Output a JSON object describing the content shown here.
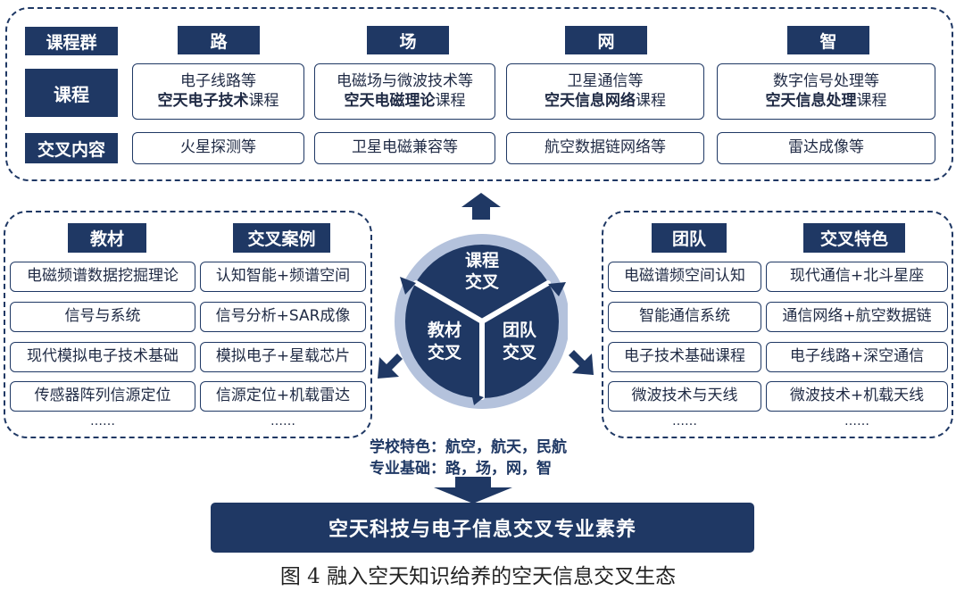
{
  "top": {
    "row_labels": [
      "课程群",
      "课程",
      "交叉内容"
    ],
    "columns": [
      {
        "header": "路",
        "course_line1": "电子线路等",
        "course_bold": "空天电子技术",
        "course_suffix": "课程",
        "cross": "火星探测等"
      },
      {
        "header": "场",
        "course_line1": "电磁场与微波技术等",
        "course_bold": "空天电磁理论",
        "course_suffix": "课程",
        "cross": "卫星电磁兼容等"
      },
      {
        "header": "网",
        "course_line1": "卫星通信等",
        "course_bold": "空天信息网络",
        "course_suffix": "课程",
        "cross": "航空数据链网络等"
      },
      {
        "header": "智",
        "course_line1": "数字信号处理等",
        "course_bold": "空天信息处理",
        "course_suffix": "课程",
        "cross": "雷达成像等"
      }
    ]
  },
  "left": {
    "col1_header": "教材",
    "col2_header": "交叉案例",
    "col1_items": [
      "电磁频谱数据挖掘理论",
      "信号与系统",
      "现代模拟电子技术基础",
      "传感器阵列信源定位"
    ],
    "col2_items": [
      "认知智能+频谱空间",
      "信号分析+SAR成像",
      "模拟电子+星载芯片",
      "信源定位+机载雷达"
    ],
    "ellipsis": "……"
  },
  "right": {
    "col1_header": "团队",
    "col2_header": "交叉特色",
    "col1_items": [
      "电磁谱频空间认知",
      "智能通信系统",
      "电子技术基础课程",
      "微波技术与天线"
    ],
    "col2_items": [
      "现代通信+北斗星座",
      "通信网络+航空数据链",
      "电子线路+深空通信",
      "微波技术+机载天线"
    ],
    "ellipsis": "……"
  },
  "center": {
    "segments": [
      {
        "line1": "课程",
        "line2": "交叉"
      },
      {
        "line1": "教材",
        "line2": "交叉"
      },
      {
        "line1": "团队",
        "line2": "交叉"
      }
    ],
    "feature1": "学校特色：航空，航天，民航",
    "feature2": "专业基础：路，场，网，智"
  },
  "bottom_bar": "空天科技与电子信息交叉专业素养",
  "caption": "图 4  融入空天知识给养的空天信息交叉生态",
  "colors": {
    "navy": "#1f3864",
    "ring": "#b4c2dc"
  }
}
